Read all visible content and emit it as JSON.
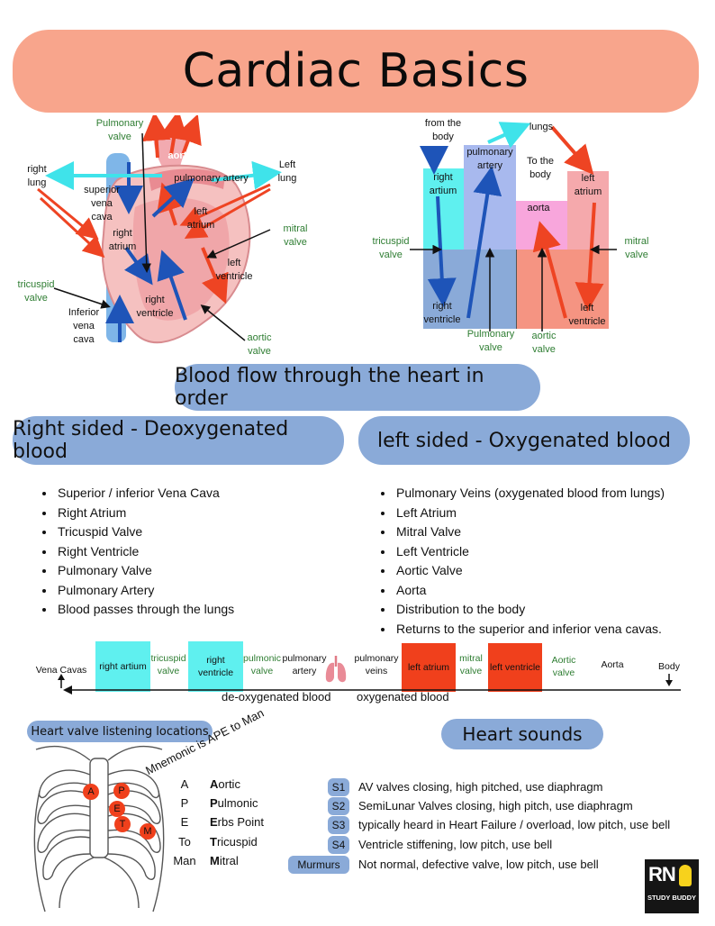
{
  "title": "Cardiac Basics",
  "heart_diagram": {
    "labels": {
      "pulmonary_valve": "Pulmonary valve",
      "aorta": "aorta",
      "right_lung": "right lung",
      "superior_vena_cava": "superior vena cava",
      "pulmonary_artery": "pulmonary artery",
      "left_lung": "Left lung",
      "left_atrium": "left atrium",
      "right_atrium": "right atrium",
      "mitral_valve": "mitral valve",
      "left_ventricle": "left ventricle",
      "tricuspid_valve": "tricuspid valve",
      "right_ventricle": "right ventricle",
      "inferior_vena_cava": "Inferior vena cava",
      "aortic_valve": "aortic valve"
    }
  },
  "chamber_diagram": {
    "from_body": "from the body",
    "lungs": "lungs",
    "pulmonary_artery": "pulmonary artery",
    "right_artium": "right artium",
    "to_body": "To the body",
    "aorta": "aorta",
    "left_atrium": "left atrium",
    "tricuspid_valve": "tricuspid valve",
    "mitral_valve": "mitral valve",
    "right_ventricle": "right ventricle",
    "left_ventricle": "left ventricle",
    "pulmonary_valve": "Pulmonary valve",
    "aortic_valve": "aortic valve"
  },
  "flow_heading": "Blood flow through the heart in order",
  "right_side": {
    "heading": "Right sided - Deoxygenated blood",
    "items": [
      "Superior / inferior Vena Cava",
      "Right Atrium",
      "Tricuspid Valve",
      "Right Ventricle",
      "Pulmonary Valve",
      "Pulmonary Artery",
      "Blood passes through the lungs"
    ]
  },
  "left_side": {
    "heading": "left sided - Oxygenated blood",
    "items": [
      "Pulmonary Veins (oxygenated blood from lungs)",
      "Left Atrium",
      "Mitral Valve",
      "Left Ventricle",
      "Aortic Valve",
      "Aorta",
      "Distribution to the body",
      "Returns to the superior and inferior vena cavas."
    ]
  },
  "flow_strip": {
    "vena_cavas": "Vena Cavas",
    "right_artium": "right artium",
    "tricuspid_valve": "tricuspid valve",
    "right_ventricle": "right ventricle",
    "pulmonic_valve": "pulmonic valve",
    "pulmonary_artery": "pulmonary artery",
    "pulmonary_veins": "pulmonary veins",
    "left_atrium": "left atrium",
    "mitral_valve": "mitral valve",
    "left_ventricle": "left ventricle",
    "aortic_valve": "Aortic valve",
    "aorta": "Aorta",
    "body": "Body",
    "deoxygenated": "de-oxygenated blood",
    "oxygenated": "oxygenated blood"
  },
  "valve_locations": {
    "heading": "Heart valve listening locations",
    "mnemonic": "Mnemonic is APE to Man",
    "rows": [
      {
        "letter": "A",
        "first": "A",
        "rest": "ortic"
      },
      {
        "letter": "P",
        "first": "P",
        "rest": "ulmonic"
      },
      {
        "letter": "E",
        "first": "E",
        "rest": "rbs Point"
      },
      {
        "letter": "To",
        "first": "T",
        "rest": "ricuspid"
      },
      {
        "letter": "Man",
        "first": "M",
        "rest": "itral"
      }
    ],
    "markers": {
      "a": "A",
      "p": "P",
      "e": "E",
      "t": "T",
      "m": "M"
    }
  },
  "heart_sounds": {
    "heading": "Heart sounds",
    "rows": [
      {
        "tag": "S1",
        "text": "AV valves closing, high pitched, use diaphragm"
      },
      {
        "tag": "S2",
        "text": "SemiLunar Valves closing, high pitch, use diaphragm"
      },
      {
        "tag": "S3",
        "text": "typically heard in Heart Failure / overload, low pitch, use bell"
      },
      {
        "tag": "S4",
        "text": "Ventricle stiffening, low pitch, use bell"
      },
      {
        "tag": "Murmurs",
        "text": "Not normal, defective valve, low pitch, use bell"
      }
    ]
  },
  "logo": {
    "rn": "RN",
    "sub": "STUDY BUDDY"
  },
  "colors": {
    "banner": "#f8a58c",
    "pill": "#8aaad8",
    "cyan": "#5ff0ef",
    "red_box": "#f0401c",
    "arrow_red": "#ee4423",
    "arrow_blue": "#1e54b8",
    "arrow_cyan": "#3fe3ea",
    "valve_green": "#2e7d32"
  }
}
